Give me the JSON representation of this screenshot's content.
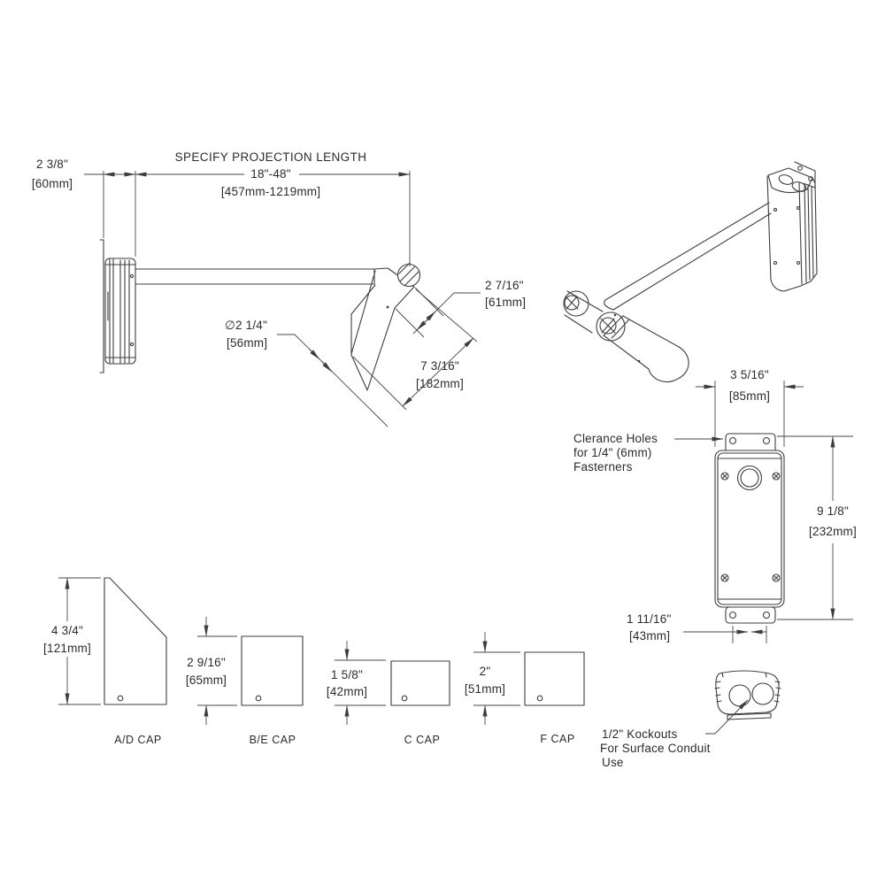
{
  "side_view": {
    "dim_depth": {
      "in": "2 3/8\"",
      "mm": "[60mm]"
    },
    "projection": {
      "line1": "SPECIFY PROJECTION LENGTH",
      "line2": "18\"-48\"",
      "line3": "[457mm-1219mm]"
    },
    "dim_head_width": {
      "in": "2 7/16\"",
      "mm": "[61mm]"
    },
    "dim_head_dia": {
      "in": "∅2 1/4\"",
      "mm": "[56mm]"
    },
    "dim_head_len": {
      "in": "7 3/16\"",
      "mm": "[182mm]"
    }
  },
  "front_view": {
    "dim_width": {
      "in": "3 5/16\"",
      "mm": "[85mm]"
    },
    "dim_height": {
      "in": "9 1/8\"",
      "mm": "[232mm]"
    },
    "dim_hole_spacing": {
      "in": "1 11/16\"",
      "mm": "[43mm]"
    },
    "note_clearance": {
      "line1": "Clerance Holes",
      "line2": "for 1/4\" (6mm)",
      "line3": "Fasterners"
    }
  },
  "top_view": {
    "note_kockouts": {
      "line1": "1/2\" Kockouts",
      "line2": "For Surface Conduit",
      "line3": "Use"
    }
  },
  "caps": [
    {
      "label": "A/D CAP",
      "in": "4 3/4\"",
      "mm": "[121mm]"
    },
    {
      "label": "B/E CAP",
      "in": "2 9/16\"",
      "mm": "[65mm]"
    },
    {
      "label": "C CAP",
      "in": "1 5/8\"",
      "mm": "[42mm]"
    },
    {
      "label": "F CAP",
      "in": "2\"",
      "mm": "[51mm]"
    }
  ],
  "colors": {
    "line": "#3d3d3d",
    "text": "#2b2b2b",
    "background": "#ffffff"
  }
}
